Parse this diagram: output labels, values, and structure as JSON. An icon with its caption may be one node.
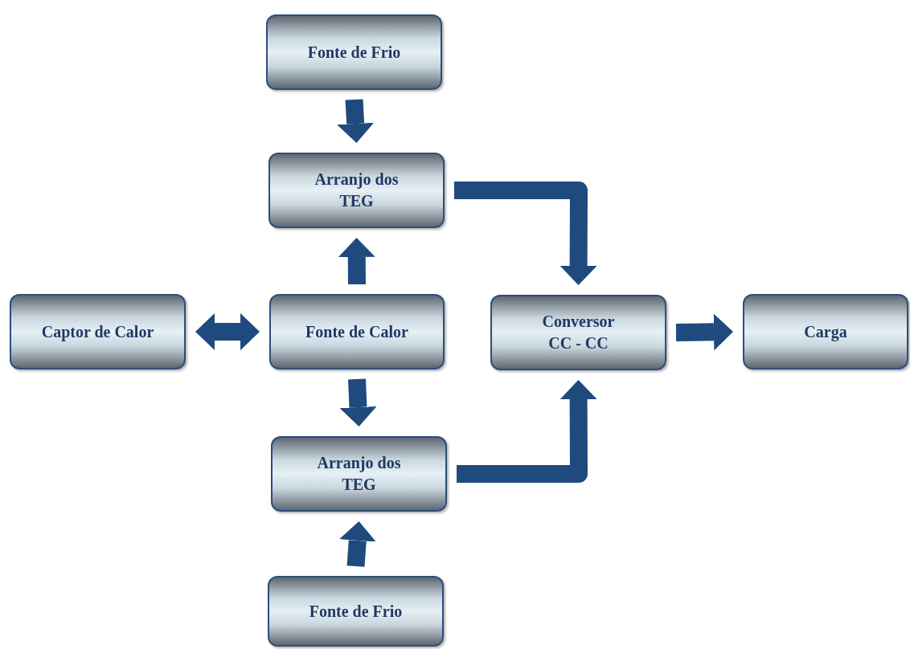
{
  "diagram": {
    "nodes": [
      {
        "text": [
          "Fonte de Frio"
        ]
      },
      {
        "text": [
          "Arranjo dos TEG"
        ]
      },
      {
        "text": [
          "Captor de Calor"
        ]
      },
      {
        "text": [
          "Fonte de Calor"
        ]
      },
      {
        "text": [
          "Conversor CC - CC"
        ]
      },
      {
        "text": [
          "Carga"
        ]
      },
      {
        "text": [
          "Arranjo dos TEG"
        ]
      },
      {
        "text": [
          "Fonte de Frio"
        ]
      }
    ],
    "edges": [
      {
        "from": 0,
        "to": 1,
        "arrow": "to"
      },
      {
        "from": 3,
        "to": 1,
        "arrow": "to"
      },
      {
        "from": 2,
        "to": 3,
        "arrow": "both"
      },
      {
        "from": 3,
        "to": 6,
        "arrow": "to"
      },
      {
        "from": 7,
        "to": 6,
        "arrow": "to"
      },
      {
        "from": 1,
        "to": 4,
        "arrow": "to"
      },
      {
        "from": 6,
        "to": 4,
        "arrow": "to"
      },
      {
        "from": 4,
        "to": 5,
        "arrow": "to"
      }
    ]
  }
}
